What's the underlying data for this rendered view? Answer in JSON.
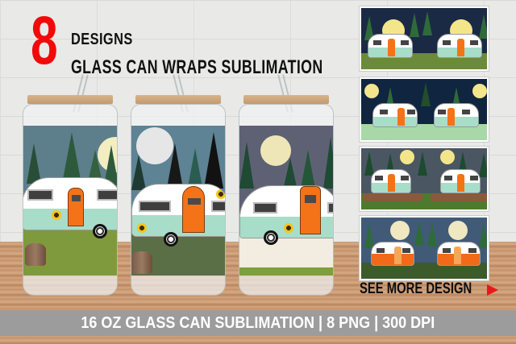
{
  "header": {
    "count": "8",
    "line1": "DESIGNS",
    "line2": "GLASS CAN WRAPS SUBLIMATION",
    "count_color": "#f20a0a"
  },
  "jars": [
    {
      "name": "jar-1",
      "sky": "#5d7f8c",
      "moon": "#f2eec2",
      "ground": "#7f9a3c",
      "camper_door": "#f47318",
      "camper_stripe": "#a8ddc9"
    },
    {
      "name": "jar-2",
      "sky": "#5d8395",
      "moon": "#e6e6e6",
      "ground": "#5a6f45",
      "camper_door": "#f47318",
      "camper_stripe": "#a8ddc9"
    },
    {
      "name": "jar-3",
      "sky": "#5e6173",
      "moon": "#efe6b8",
      "ground": "#f3ece0",
      "camper_door": "#f47318",
      "camper_stripe": "#a8ddc9"
    }
  ],
  "thumbnails": [
    {
      "name": "design-preview-1",
      "sky": "#1b2a44",
      "ground": "#6b8a3a"
    },
    {
      "name": "design-preview-2",
      "sky": "#0f2540",
      "ground": "#a8d8a8"
    },
    {
      "name": "design-preview-3",
      "sky": "#4a5763",
      "ground": "#4e7a2e"
    },
    {
      "name": "design-preview-4",
      "sky": "#405a78",
      "ground": "#3c5a2a"
    }
  ],
  "see_more": {
    "label": "SEE MORE DESIGN",
    "arrow_icon": "play-triangle-icon",
    "arrow_color": "#e8181a"
  },
  "banner": {
    "text": "16 OZ GLASS CAN SUBLIMATION | 8 PNG | 300 DPI",
    "background": "#9c9c9c"
  }
}
